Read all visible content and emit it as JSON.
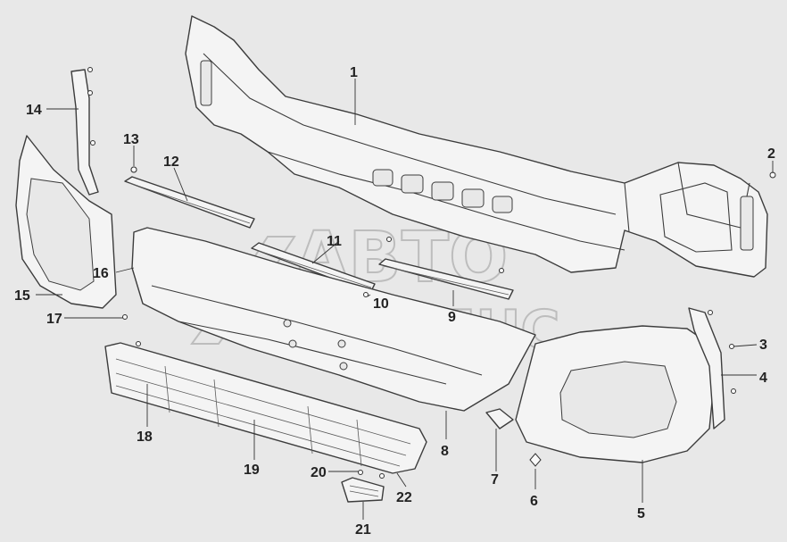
{
  "watermark": {
    "line1": "АВТО",
    "line2": "АЛЬЯНС"
  },
  "callouts": [
    "1",
    "2",
    "3",
    "4",
    "5",
    "6",
    "7",
    "8",
    "9",
    "10",
    "11",
    "12",
    "13",
    "14",
    "15",
    "16",
    "17",
    "18",
    "19",
    "20",
    "21",
    "22"
  ],
  "colors": {
    "background": "#e8e8e8",
    "line": "#3c3c3c",
    "watermark": "#bdbdbd"
  }
}
